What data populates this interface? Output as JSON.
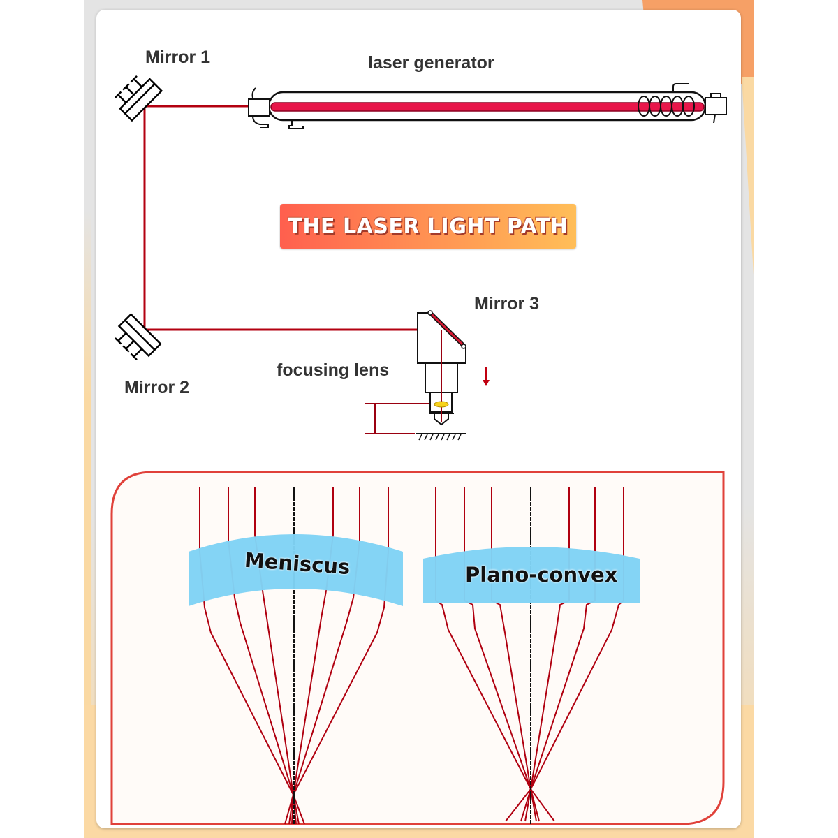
{
  "diagram": {
    "title": "THE LASER LIGHT PATH",
    "labels": {
      "mirror1": "Mirror 1",
      "mirror2": "Mirror 2",
      "mirror3": "Mirror 3",
      "laser_generator": "laser generator",
      "focusing_lens": "focusing lens"
    },
    "lenses": {
      "meniscus": "Meniscus",
      "plano_convex": "Plano-convex"
    },
    "colors": {
      "beam": "#c00010",
      "tube_core": "#e8164a",
      "lens_fill": "#80d3f5",
      "panel_border": "#e0413a",
      "banner_start": "#ff5f4e",
      "banner_end": "#ffbe58",
      "focus_lens": "#f7d21c"
    }
  }
}
